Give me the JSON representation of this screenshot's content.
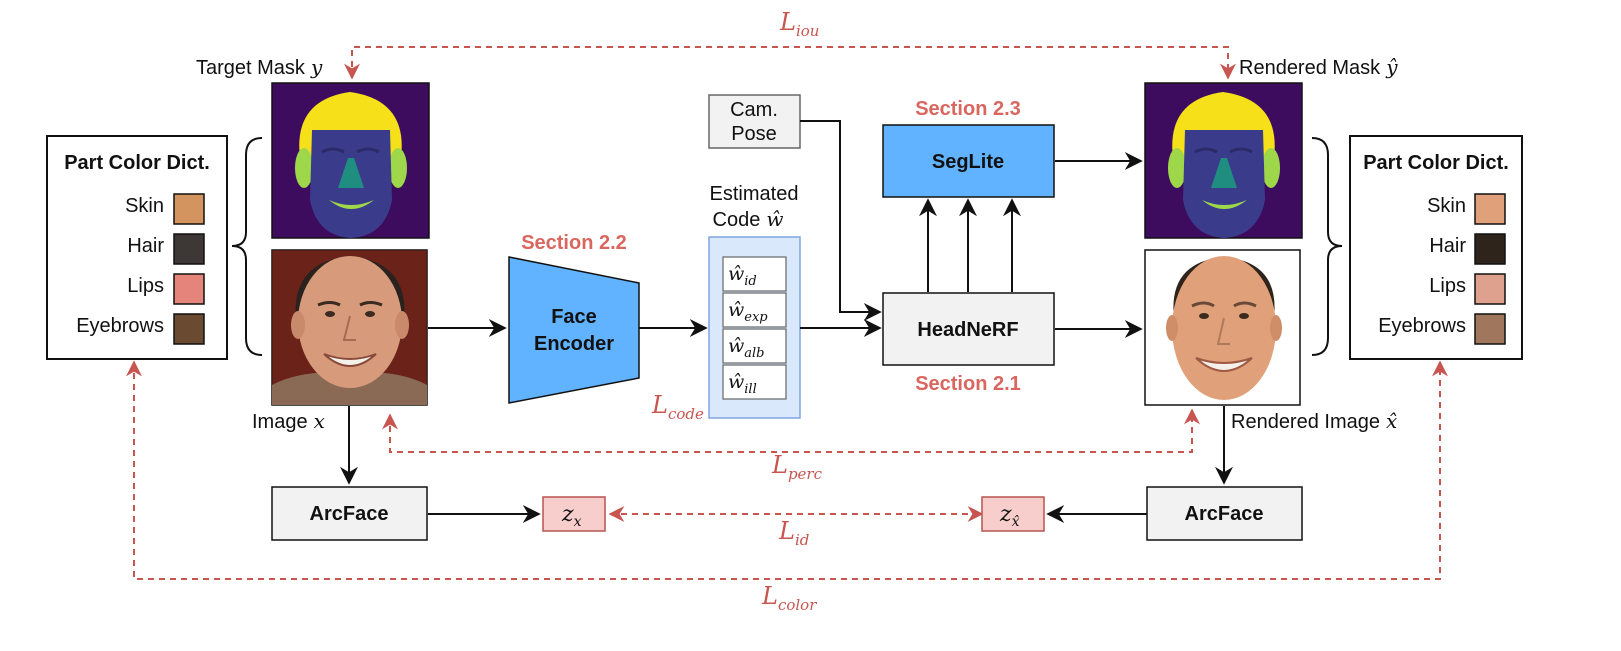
{
  "losses": {
    "iou": {
      "symbol": "L",
      "sub": "iou"
    },
    "perc": {
      "symbol": "L",
      "sub": "perc"
    },
    "id": {
      "symbol": "L",
      "sub": "id"
    },
    "color": {
      "symbol": "L",
      "sub": "color"
    },
    "code": {
      "symbol": "L",
      "sub": "code"
    }
  },
  "labels": {
    "target_mask": "Target Mask",
    "target_mask_var": "y",
    "rendered_mask": "Rendered Mask",
    "rendered_mask_var": "ŷ",
    "image": "Image",
    "image_var": "x",
    "rendered_image": "Rendered Image",
    "rendered_image_var": "x̂"
  },
  "color_dict": {
    "title": "Part Color Dict.",
    "left": [
      {
        "name": "Skin",
        "color": "#d4945f"
      },
      {
        "name": "Hair",
        "color": "#3d3735"
      },
      {
        "name": "Lips",
        "color": "#e4847a"
      },
      {
        "name": "Eyebrows",
        "color": "#6b4a32"
      }
    ],
    "right": [
      {
        "name": "Skin",
        "color": "#dfa07a"
      },
      {
        "name": "Hair",
        "color": "#2e241c"
      },
      {
        "name": "Lips",
        "color": "#dea18d"
      },
      {
        "name": "Eyebrows",
        "color": "#a0765c"
      }
    ]
  },
  "sections": {
    "encoder": "Section 2.2",
    "seglite": "Section 2.3",
    "headnerf": "Section 2.1"
  },
  "blocks": {
    "face_encoder_line1": "Face",
    "face_encoder_line2": "Encoder",
    "cam_pose_line1": "Cam.",
    "cam_pose_line2": "Pose",
    "seglite": "SegLite",
    "headnerf": "HeadNeRF",
    "arcface_left": "ArcFace",
    "arcface_right": "ArcFace"
  },
  "code": {
    "title_line1": "Estimated",
    "title_line2": "Code",
    "title_var": "ŵ",
    "items": [
      {
        "base": "ŵ",
        "sub": "id"
      },
      {
        "base": "ŵ",
        "sub": "exp"
      },
      {
        "base": "ŵ",
        "sub": "alb"
      },
      {
        "base": "ŵ",
        "sub": "ill"
      }
    ]
  },
  "embeddings": {
    "left": {
      "base": "z",
      "sub": "x"
    },
    "right": {
      "base": "z",
      "sub": "x̂"
    }
  },
  "colors": {
    "blue": "#61b2ff",
    "code_bg": "#dae8fc",
    "gray_box": "#f2f2f2",
    "red_loss": "#c8554f",
    "z_box": "#f8cecc",
    "mask_bg": "#3e0c5e",
    "mask_face": "#3b3b8c",
    "mask_hair": "#f5e01a",
    "mask_ears": "#9ed84a",
    "mask_nose": "#1f8e80"
  }
}
